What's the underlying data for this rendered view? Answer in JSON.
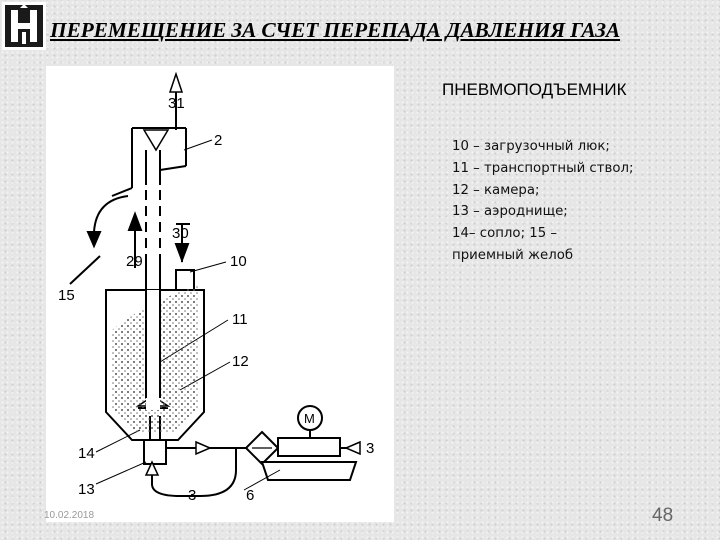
{
  "slide": {
    "title": "ПЕРЕМЕЩЕНИЕ ЗА СЧЕТ ПЕРЕПАДА ДАВЛЕНИЯ ГАЗА",
    "subtitle": "ПНЕВМОПОДЪЕМНИК",
    "legend": [
      "10 – загрузочный люк;",
      "11 – транспортный ствол;",
      "12 – камера;",
      "13 – аэроднище;",
      "14– сопло; 15 –",
      "приемный желоб"
    ],
    "date": "10.02.2018",
    "page_number": "48"
  },
  "diagram": {
    "labels": {
      "l31": "31",
      "l2": "2",
      "l30": "30",
      "l29": "29",
      "l10": "10",
      "l11": "11",
      "l12": "12",
      "l15": "15",
      "l14": "14",
      "l13": "13",
      "l3a": "3",
      "l3b": "3",
      "l6": "6",
      "motor": "M"
    }
  }
}
